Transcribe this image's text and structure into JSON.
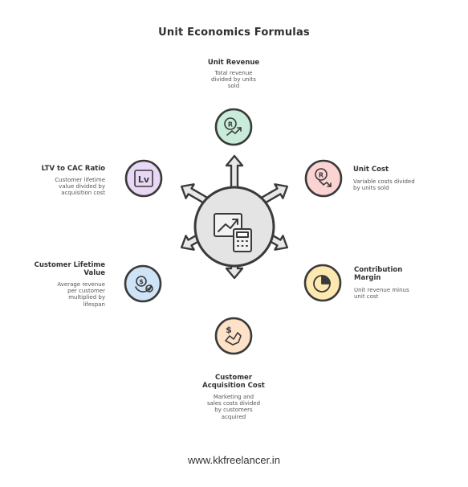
{
  "title": "Unit Economics Formulas",
  "nodes": [
    {
      "id": "unit-revenue",
      "label": "Unit Revenue",
      "desc_lines": [
        "Total revenue",
        "divided by units",
        "sold"
      ],
      "icon": "revenue-growth-icon",
      "color": "#c8ecd9"
    },
    {
      "id": "unit-cost",
      "label": "Unit Cost",
      "desc_lines": [
        "Variable costs divided",
        "by units sold"
      ],
      "icon": "cost-decline-icon",
      "color": "#fcd3d3"
    },
    {
      "id": "contribution-margin",
      "label_lines": [
        "Contribution",
        "Margin"
      ],
      "desc_lines": [
        "Unit revenue minus",
        "unit cost"
      ],
      "icon": "pie-chart-icon",
      "color": "#fde9b0"
    },
    {
      "id": "customer-acquisition-cost",
      "label_lines": [
        "Customer",
        "Acquisition Cost"
      ],
      "desc_lines": [
        "Marketing and",
        "sales costs divided",
        "by customers",
        "acquired"
      ],
      "icon": "acquisition-cost-icon",
      "color": "#fde2c8"
    },
    {
      "id": "customer-lifetime-value",
      "label_lines": [
        "Customer Lifetime",
        "Value"
      ],
      "desc_lines": [
        "Average revenue",
        "per customer",
        "multiplied by",
        "lifespan"
      ],
      "icon": "lifetime-value-icon",
      "color": "#cfe3f7"
    },
    {
      "id": "ltv-to-cac-ratio",
      "label": "LTV to CAC Ratio",
      "desc_lines": [
        "Customer lifetime",
        "value divided by",
        "acquisition cost"
      ],
      "icon": "ratio-icon",
      "color": "#e8d8f5"
    }
  ],
  "center": {
    "icon": "calculator-chart-icon",
    "color": "#e6e6e6"
  },
  "footer": "www.kkfreelancer.in"
}
